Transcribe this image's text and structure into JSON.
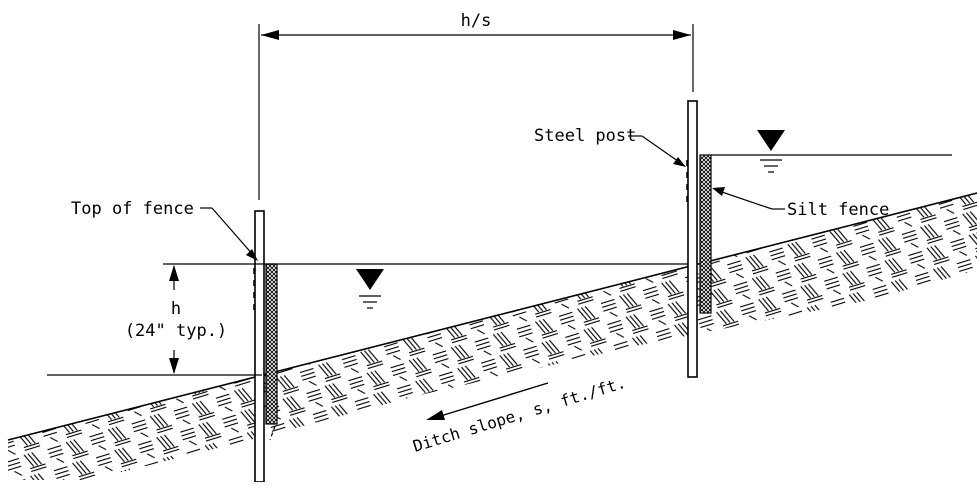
{
  "labels": {
    "spacing": "h/s",
    "steel_post": "Steel post",
    "top_of_fence": "Top of fence",
    "silt_fence": "Silt fence",
    "height": "h",
    "height_note": "(24\" typ.)",
    "ditch_slope": "Ditch slope, s, ft./ft."
  },
  "colors": {
    "line": "#000000",
    "background": "#ffffff"
  },
  "icons": {
    "water_surface": "inverted-triangle-water-level-icon",
    "ditch_flow": "arrow-left-icon"
  }
}
